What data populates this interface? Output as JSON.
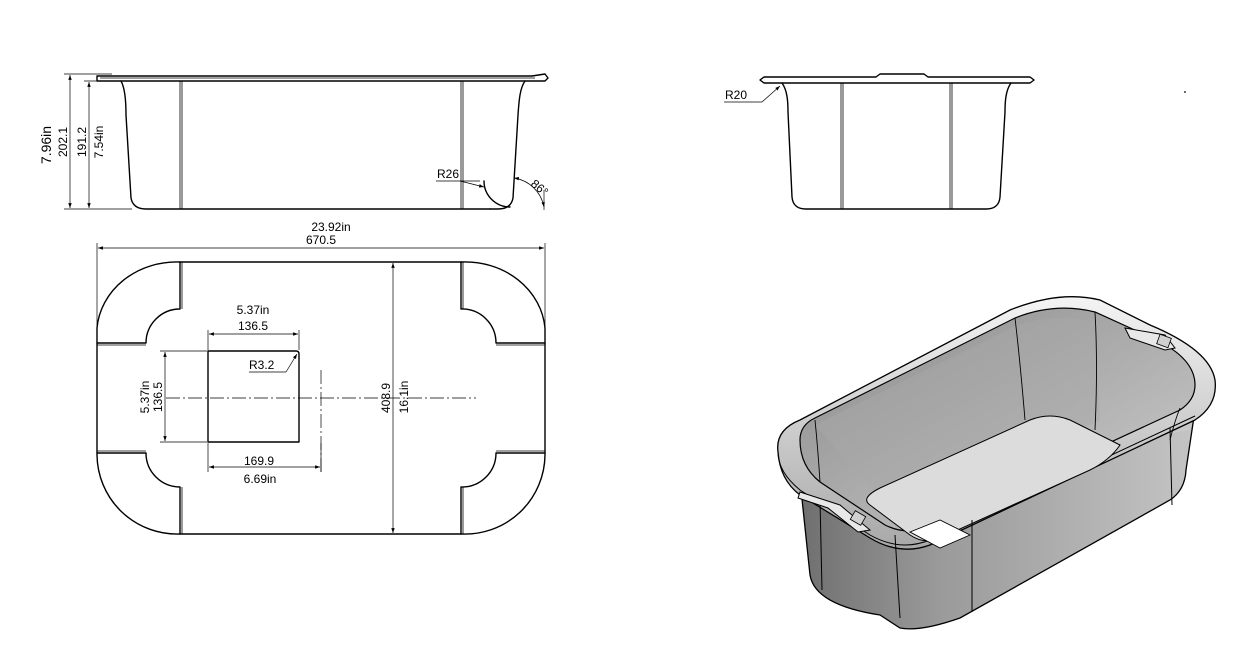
{
  "front_view": {
    "height_in": "7.96in",
    "height_mm": "202.1",
    "inner_height_mm": "191.2",
    "inner_height_in": "7.54in",
    "radius": "R26",
    "draft_angle": "86°"
  },
  "side_view": {
    "radius": "R20"
  },
  "top_view": {
    "length_in": "23.92in",
    "length_mm": "670.5",
    "width_mm": "408.9",
    "width_in": "16.1in",
    "cutout_width_in": "5.37in",
    "cutout_width_mm": "136.5",
    "cutout_height_in": "5.37in",
    "cutout_height_mm": "136.5",
    "cutout_radius": "R3.2",
    "cutout_offset_mm": "169.9",
    "cutout_offset_in": "6.69in"
  }
}
